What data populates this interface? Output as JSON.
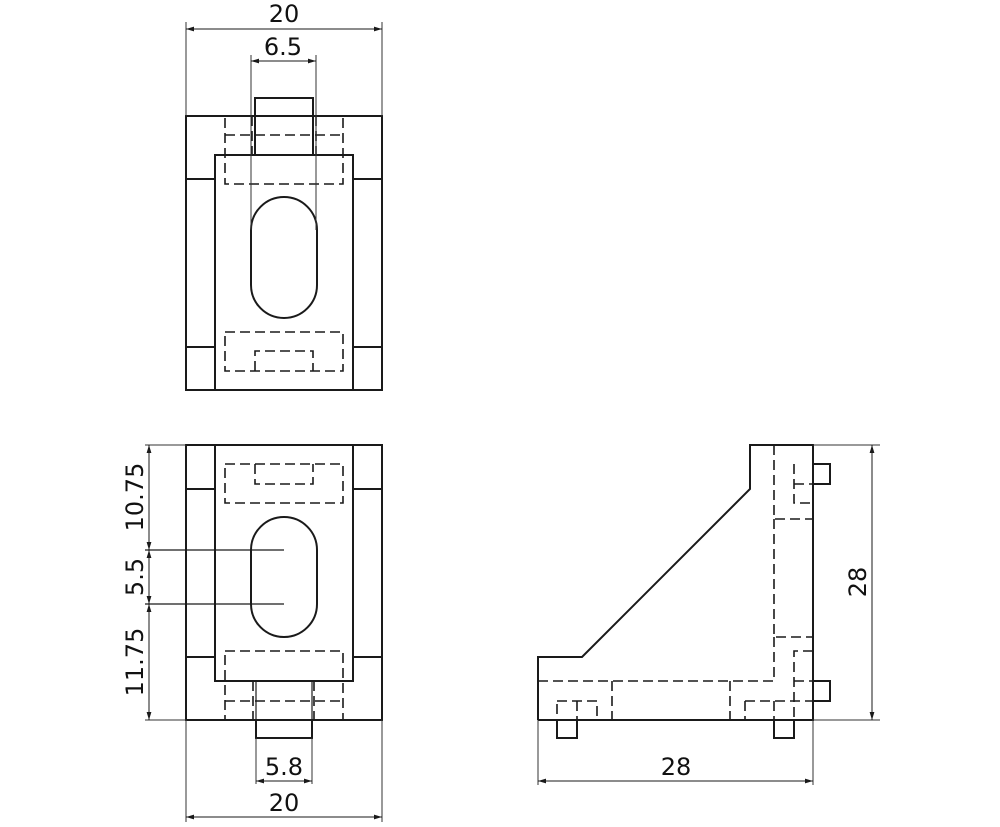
{
  "drawing": {
    "type": "orthographic-projection",
    "subject": "corner bracket",
    "views": {
      "top_view": {
        "dimensions": {
          "overall_width": "20",
          "slot_width": "6.5"
        }
      },
      "front_view": {
        "dimensions": {
          "top_to_slot": "10.75",
          "slot_length": "5.5",
          "slot_to_bottom": "11.75",
          "tab_width": "5.8",
          "overall_width": "20"
        }
      },
      "side_view": {
        "dimensions": {
          "height": "28",
          "length": "28"
        }
      }
    },
    "colors": {
      "line": "#1a1a1a",
      "background": "#ffffff"
    }
  }
}
